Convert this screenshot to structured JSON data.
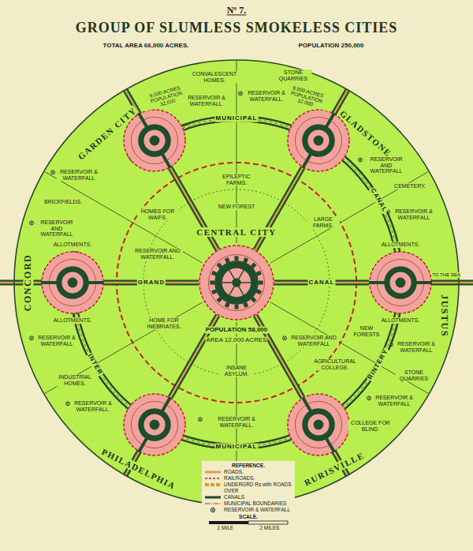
{
  "diagram": {
    "title": "GROUP OF SLUMLESS SMOKELESS CITIES",
    "nodes": [
      {
        "text": [
          "GARDEN CITY",
          "9,000 ACRES POPULATION 32,000"
        ]
      },
      {
        "text": [
          "GLADSTONE",
          "9,000 ACRES POPULATION 32,000"
        ]
      },
      {
        "text": [
          "CONCORD"
        ]
      },
      {
        "text": [
          "CENTRAL CITY",
          "POPULATION 58,000",
          "AREA 12,000 ACRES"
        ]
      },
      {
        "text": [
          "JUSTUS"
        ]
      },
      {
        "text": [
          "PHILADELPHIA"
        ]
      },
      {
        "text": [
          "RURISVILLE"
        ]
      }
    ],
    "edges": [
      {
        "from": 3,
        "to": 0,
        "arrow": "none"
      },
      {
        "from": 3,
        "to": 1,
        "arrow": "none"
      },
      {
        "from": 3,
        "to": 2,
        "arrow": "none",
        "label": "GRAND"
      },
      {
        "from": 3,
        "to": 4,
        "arrow": "none",
        "label": "CANAL"
      },
      {
        "from": 3,
        "to": 5,
        "arrow": "none"
      },
      {
        "from": 3,
        "to": 6,
        "arrow": "none"
      },
      {
        "from": 0,
        "to": 1,
        "arrow": "none",
        "label": "MUNICIPAL"
      },
      {
        "from": 1,
        "to": 4,
        "arrow": "none",
        "label": "CANAL"
      },
      {
        "from": 4,
        "to": 6,
        "arrow": "none",
        "label": "RAILWAY"
      },
      {
        "from": 6,
        "to": 5,
        "arrow": "none",
        "label": "MUNICIPAL"
      },
      {
        "from": 5,
        "to": 2,
        "arrow": "none",
        "label": "INTER"
      },
      {
        "from": 2,
        "to": 0,
        "arrow": "none",
        "label": "INTER"
      }
    ],
    "labels": [
      "Nº 7.",
      "TOTAL AREA 66,000 ACRES.",
      "POPULATION 250,000",
      "CONVALESCENT HOMES.",
      "STONE QUARRIES",
      "RESERVOIR & WATERFALL.",
      "RESERVOIR & WATERFALL.",
      "RESERVOIR & WATERFALL",
      "BRICKFIELDS.",
      "RESERVOIR AND WATERFALL",
      "RESERVOIR AND WATERFALL",
      "CEMETERY.",
      "RESERVOIR & WATERFALL",
      "EPILEPTIC FARMS.",
      "NEW FOREST",
      "HOMES FOR WAIFS.",
      "LARGE FARMS.",
      "RESERVOIR AND WATERFALL.",
      "HOME FOR INEBRIATES.",
      "RESERVOIR AND WATERFALL",
      "INSANE ASYLUM.",
      "TO THE SEA",
      "NEW FORESTS",
      "RESERVOIR & WATERFALL",
      "STONE QUARRIES",
      "AGRICULTURAL COLLEGE.",
      "RESERVOIR & WATERFALL",
      "COLLEGE FOR BLIND.",
      "RESERVOIR & WATERFALL",
      "INDUSTRIAL HOMES.",
      "RESERVOIR & WATERFALL.",
      "RESERVOIR & WATERFALL.",
      "ALLOTMENTS.",
      "ALLOTMENTS.",
      "ALLOTMENTS.",
      "ALLOTMENTS.",
      "REFERENCE.",
      "SCALE.",
      "1 MILE",
      "2 MILES"
    ],
    "legend": [
      {
        "text": "ROADS."
      },
      {
        "text": "RAILROADS."
      },
      {
        "text": "UNDERGRD Rs with ROADS OVER"
      },
      {
        "text": "CANALS"
      },
      {
        "text": "MUNICIPAL BOUNDARIES"
      },
      {
        "text": "RESERVOIR & WATERFALL"
      }
    ]
  }
}
